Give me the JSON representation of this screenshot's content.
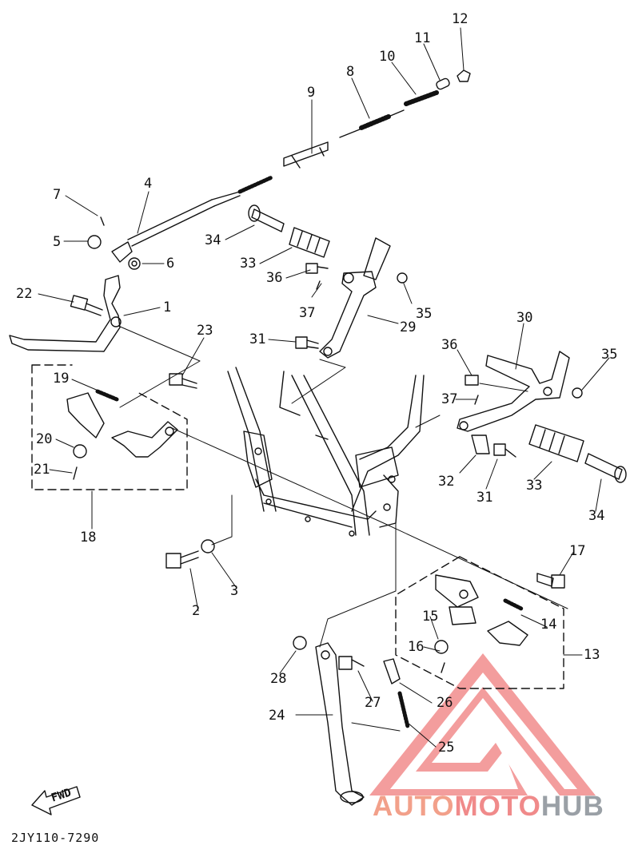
{
  "diagram": {
    "code": "2JY110-7290",
    "fwd_label": "FWD",
    "labels": [
      {
        "id": "12",
        "text": "12"
      },
      {
        "id": "11",
        "text": "11"
      },
      {
        "id": "10",
        "text": "10"
      },
      {
        "id": "8",
        "text": "8"
      },
      {
        "id": "9",
        "text": "9"
      },
      {
        "id": "7",
        "text": "7"
      },
      {
        "id": "4",
        "text": "4"
      },
      {
        "id": "5",
        "text": "5"
      },
      {
        "id": "6",
        "text": "6"
      },
      {
        "id": "34a",
        "text": "34"
      },
      {
        "id": "33a",
        "text": "33"
      },
      {
        "id": "36a",
        "text": "36"
      },
      {
        "id": "37a",
        "text": "37"
      },
      {
        "id": "35a",
        "text": "35"
      },
      {
        "id": "29",
        "text": "29"
      },
      {
        "id": "22",
        "text": "22"
      },
      {
        "id": "1",
        "text": "1"
      },
      {
        "id": "23",
        "text": "23"
      },
      {
        "id": "31a",
        "text": "31"
      },
      {
        "id": "19",
        "text": "19"
      },
      {
        "id": "20",
        "text": "20"
      },
      {
        "id": "21",
        "text": "21"
      },
      {
        "id": "18",
        "text": "18"
      },
      {
        "id": "30",
        "text": "30"
      },
      {
        "id": "36b",
        "text": "36"
      },
      {
        "id": "35b",
        "text": "35"
      },
      {
        "id": "37b",
        "text": "37"
      },
      {
        "id": "32",
        "text": "32"
      },
      {
        "id": "31b",
        "text": "31"
      },
      {
        "id": "33b",
        "text": "33"
      },
      {
        "id": "34b",
        "text": "34"
      },
      {
        "id": "2",
        "text": "2"
      },
      {
        "id": "3",
        "text": "3"
      },
      {
        "id": "17",
        "text": "17"
      },
      {
        "id": "15",
        "text": "15"
      },
      {
        "id": "14",
        "text": "14"
      },
      {
        "id": "16",
        "text": "16"
      },
      {
        "id": "13",
        "text": "13"
      },
      {
        "id": "28",
        "text": "28"
      },
      {
        "id": "27",
        "text": "27"
      },
      {
        "id": "26",
        "text": "26"
      },
      {
        "id": "24",
        "text": "24"
      },
      {
        "id": "25",
        "text": "25"
      }
    ]
  },
  "watermark": {
    "part1": "AUTO",
    "part2": "MOTO",
    "part3": "HUB",
    "colors": {
      "part1": "#f2a08a",
      "part2": "#f08a8a",
      "part3": "#9aa0a6",
      "triangle": "#f28c8c"
    }
  }
}
